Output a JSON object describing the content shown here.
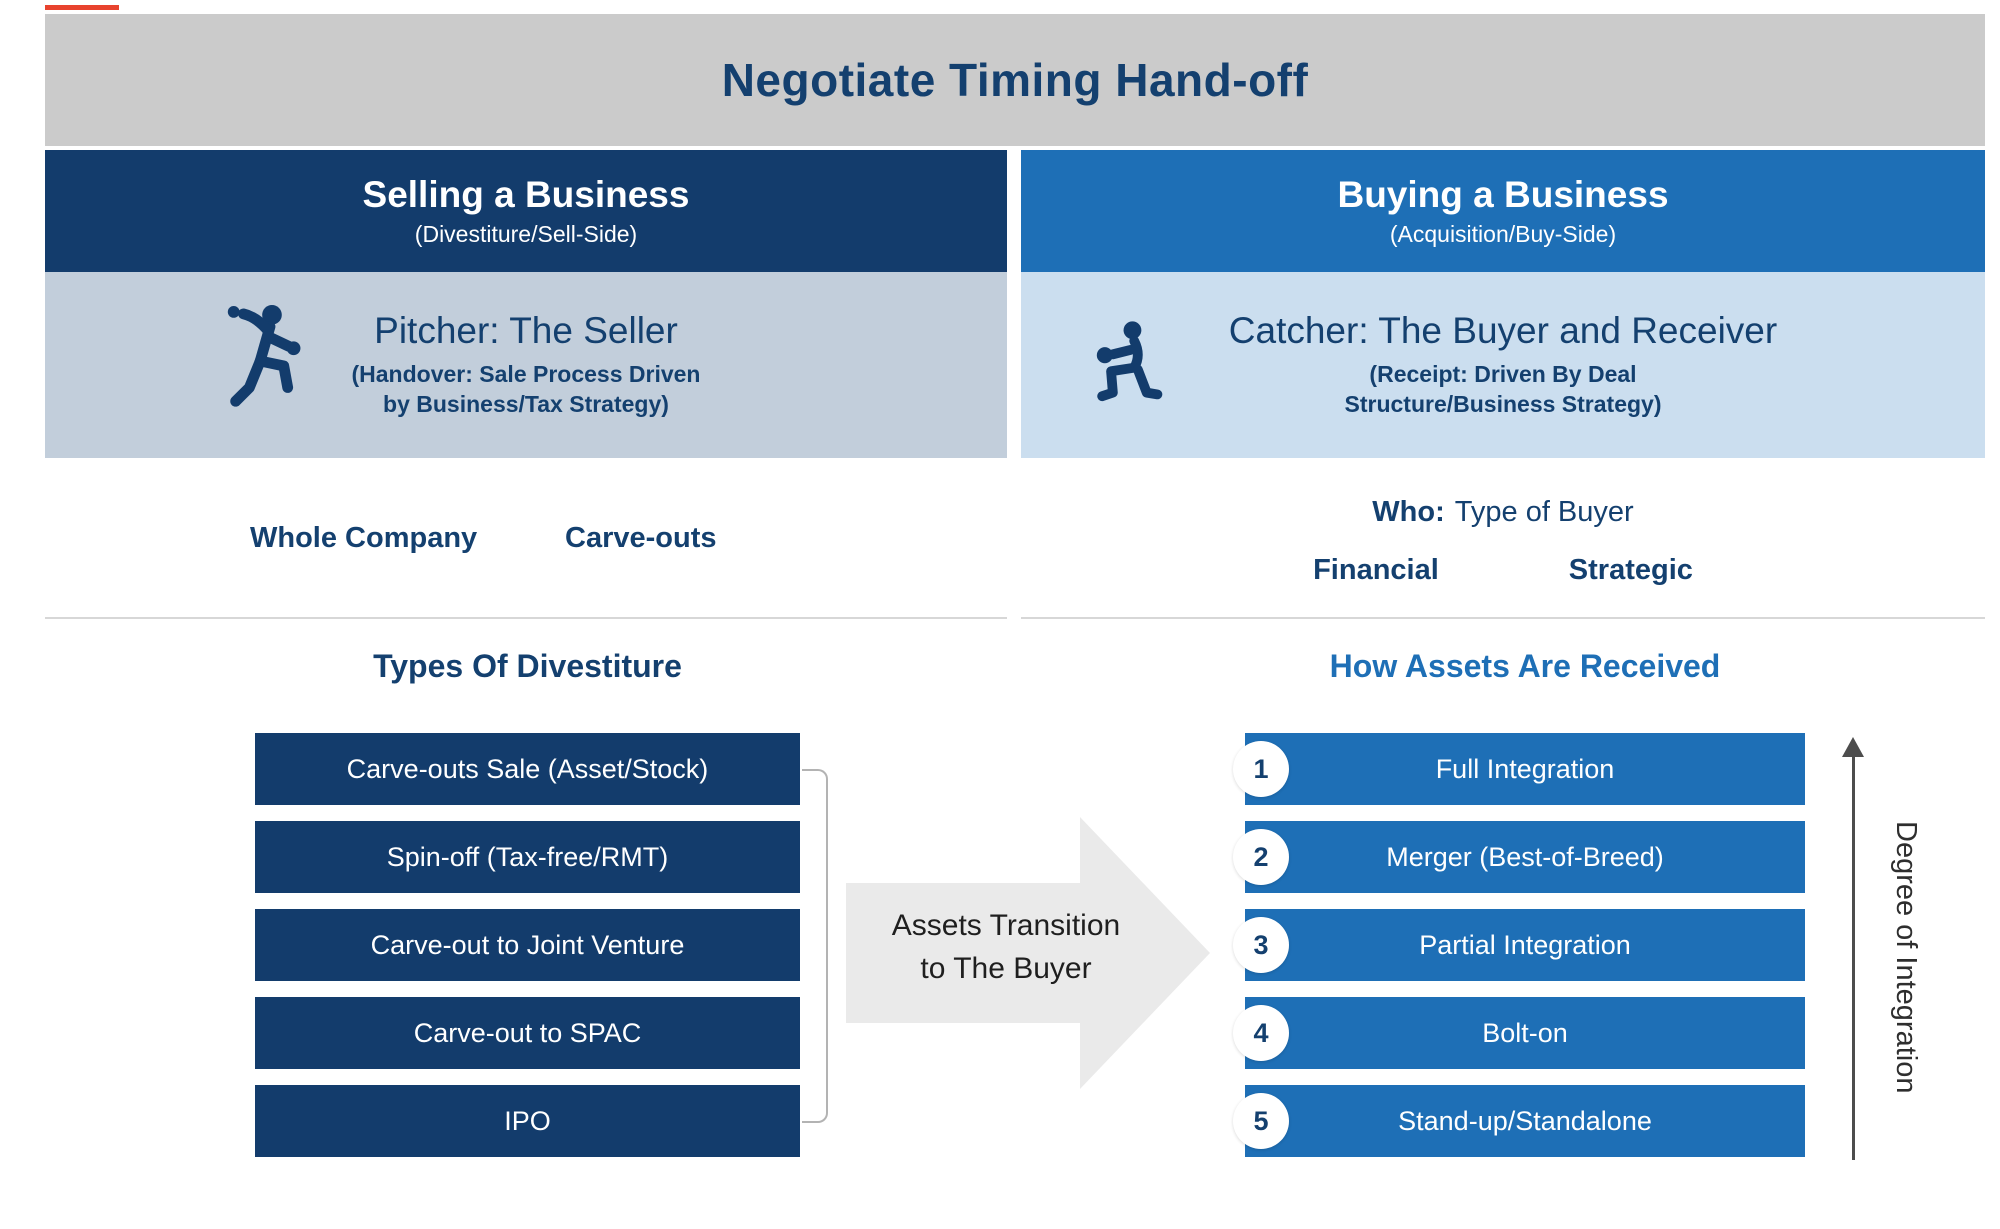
{
  "title": "Negotiate Timing Hand-off",
  "left": {
    "header": {
      "title": "Selling a Business",
      "subtitle": "(Divestiture/Sell-Side)"
    },
    "role": {
      "title": "Pitcher: The Seller",
      "subtitle1": "(Handover: Sale Process Driven",
      "subtitle2": "by Business/Tax Strategy)"
    },
    "scope": {
      "item1": "Whole Company",
      "item2": "Carve-outs"
    },
    "section_title": "Types Of Divestiture",
    "bars": [
      "Carve-outs Sale (Asset/Stock)",
      "Spin-off (Tax-free/RMT)",
      "Carve-out to Joint Venture",
      "Carve-out to SPAC",
      "IPO"
    ]
  },
  "transition": {
    "line1": "Assets Transition",
    "line2": "to The Buyer"
  },
  "right": {
    "header": {
      "title": "Buying a Business",
      "subtitle": "(Acquisition/Buy-Side)"
    },
    "role": {
      "title": "Catcher: The Buyer and Receiver",
      "subtitle1": "(Receipt: Driven By Deal",
      "subtitle2": "Structure/Business Strategy)"
    },
    "who": {
      "label": "Who:",
      "text": "Type of Buyer",
      "type1": "Financial",
      "type2": "Strategic"
    },
    "section_title": "How Assets Are Received",
    "bars": [
      {
        "num": "1",
        "label": "Full Integration"
      },
      {
        "num": "2",
        "label": "Merger (Best-of-Breed)"
      },
      {
        "num": "3",
        "label": "Partial Integration"
      },
      {
        "num": "4",
        "label": "Bolt-on"
      },
      {
        "num": "5",
        "label": "Stand-up/Standalone"
      }
    ],
    "axis_label": "Degree of Integration"
  },
  "icons": {
    "pitcher": "baseball-pitcher-icon",
    "catcher": "baseball-catcher-icon"
  },
  "colors": {
    "navy": "#133C6C",
    "blue": "#1E6FB6",
    "banner_gray": "#CBCBCB",
    "seller_band": "#C2CEDB",
    "buyer_band": "#CBDEEF",
    "arrow_gray": "#EAEAEA",
    "accent_red": "#E8432E"
  }
}
